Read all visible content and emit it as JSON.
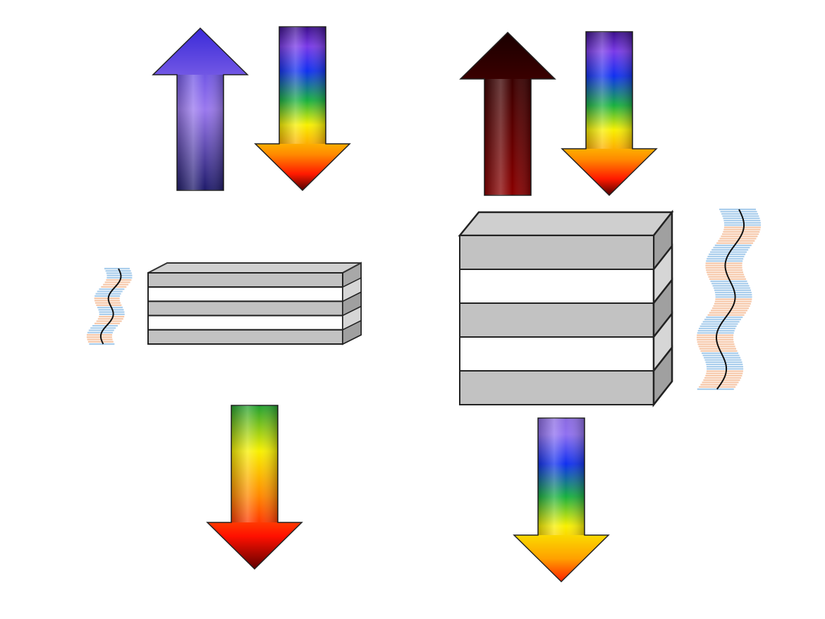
{
  "diagram": {
    "icons": [
      "arrow-up-violet-icon",
      "arrow-down-rainbow-icon",
      "arrow-up-darkred-icon",
      "arrow-down-rainbow-icon",
      "arrow-down-green-red-icon",
      "arrow-down-violet-yellow-icon",
      "thin-layer-stack",
      "thick-layer-stack",
      "wavy-strip-small",
      "wavy-strip-large"
    ],
    "colors": {
      "layer_gray": "#c2c2c2",
      "layer_white": "#ffffff",
      "side_dark": "#a0a0a0",
      "side_light": "#d6d6d6",
      "strip_blue": "#a9cdec",
      "strip_orange": "#f6c7a8"
    },
    "thin_stack_layers": 5,
    "thick_stack_layers": 5
  }
}
